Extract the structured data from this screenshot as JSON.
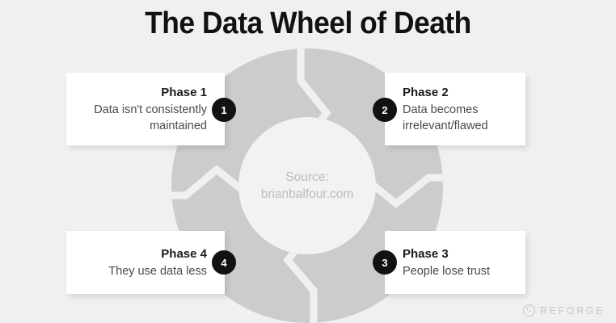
{
  "page": {
    "title": "The Data Wheel of Death",
    "background_color": "#f0f0f0"
  },
  "wheel": {
    "center_line1": "Source:",
    "center_line2": "brianbalfour.com",
    "ring_color": "#cccccc",
    "hub_color": "#f2f2f2",
    "divider_color": "#f0f0f0",
    "segment_count": 4,
    "flow_direction": "clockwise"
  },
  "phases": [
    {
      "badge": "1",
      "title": "Phase 1",
      "body": "Data isn't consistently maintained",
      "align": "right"
    },
    {
      "badge": "2",
      "title": "Phase 2",
      "body": "Data becomes irrelevant/flawed",
      "align": "left"
    },
    {
      "badge": "3",
      "title": "Phase 3",
      "body": "People lose trust",
      "align": "left"
    },
    {
      "badge": "4",
      "title": "Phase 4",
      "body": "They use data less",
      "align": "right"
    }
  ],
  "brand": {
    "copyright_glyph": "C",
    "name": "REFORGE",
    "color": "#c6c6c6"
  }
}
